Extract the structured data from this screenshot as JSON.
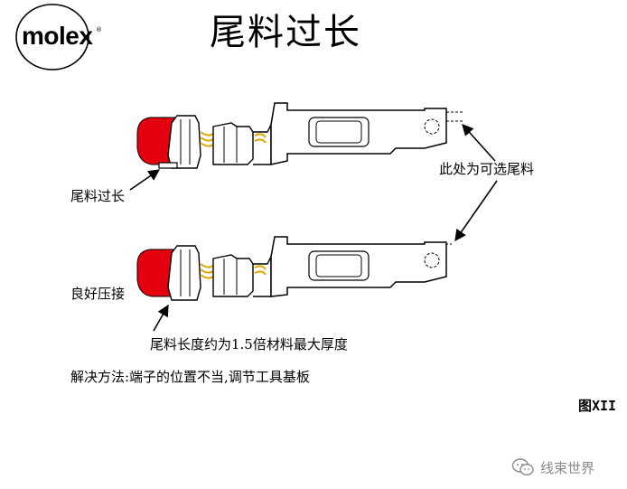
{
  "header": {
    "logo_text": "molex",
    "logo_mark": "®",
    "title": "尾料过长"
  },
  "diagram": {
    "callouts": {
      "tail_too_long": "尾料过长",
      "optional_tail": "此处为可选尾料",
      "good_crimp": "良好压接",
      "tail_length_note": "尾料长度约为1.5倍材料最大厚度"
    },
    "solution": "解决方法:端子的位置不当,调节工具基板",
    "figure_label": "图XII"
  },
  "colors": {
    "insulation": "#e4000f",
    "outline": "#000000",
    "watermark": "#8a8a8a"
  },
  "footer": {
    "watermark_text": "线束世界",
    "watermark_icon": "wechat-icon"
  }
}
